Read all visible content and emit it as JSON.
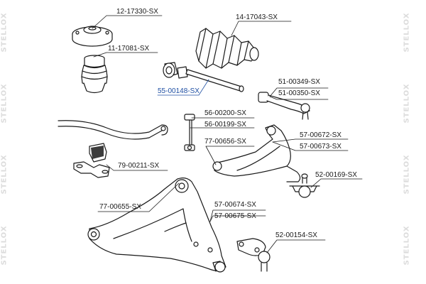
{
  "watermark": "STELLOX",
  "colors": {
    "line": "#1a1a1a",
    "highlight": "#1f4fa3",
    "watermark": "#dcdcdc"
  },
  "labels": {
    "strut_mount": "12-17330-SX",
    "bump_stop": "11-17081-SX",
    "steering_boot": "14-17043-SX",
    "inner_tie_rod": "55-00148-SX",
    "tie_rod_end_a": "51-00349-SX",
    "tie_rod_end_b": "51-00350-SX",
    "stab_link_a": "56-00200-SX",
    "stab_link_b": "56-00199-SX",
    "upper_bushing": "77-00656-SX",
    "upper_arm_a": "57-00672-SX",
    "upper_arm_b": "57-00673-SX",
    "upper_ball_joint": "52-00169-SX",
    "stab_bushing": "79-00211-SX",
    "lower_bushing": "77-00655-SX",
    "lower_arm_a": "57-00674-SX",
    "lower_arm_b": "57-00675-SX",
    "lower_ball_joint": "52-00154-SX"
  }
}
